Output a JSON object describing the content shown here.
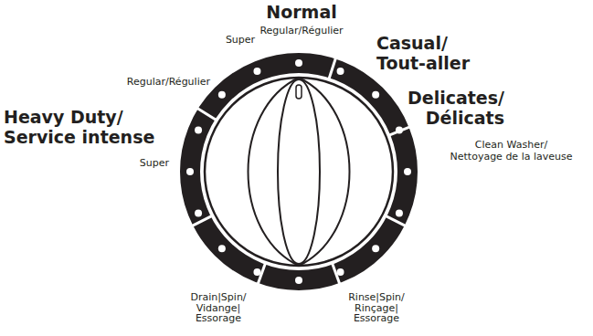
{
  "diagram": {
    "labels": [
      "Normal",
      "Regular/Régulier",
      "Super",
      "Casual/ Tout-aller",
      "Regular/Régulier",
      "Delicates/ Délicats",
      "Heavy Duty/ Service intense",
      "Clean Washer/ Nettoyage de la laveuse",
      "Super",
      "Drain|Spin/ Vidange| Essorage",
      "Rinse|Spin/ Rinçage| Essorage"
    ]
  }
}
